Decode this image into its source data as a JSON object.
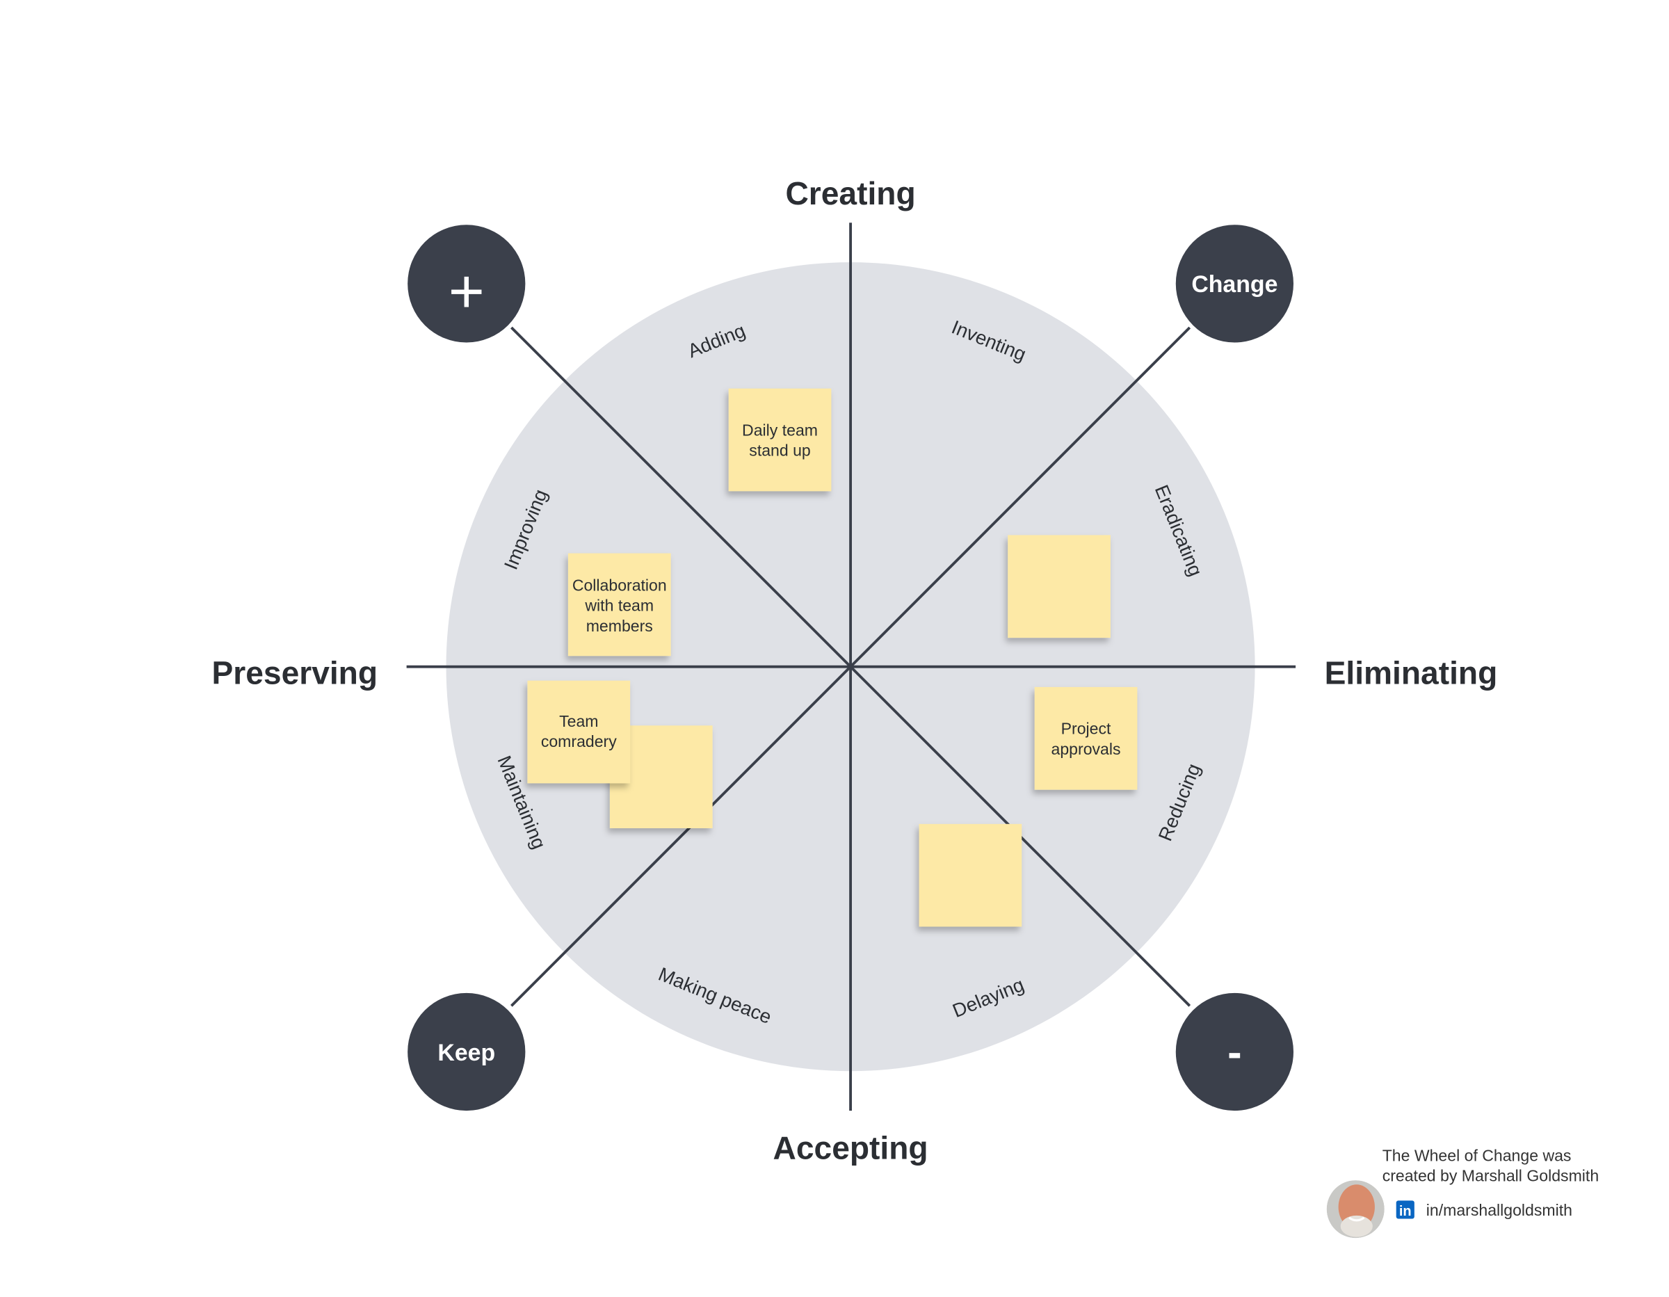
{
  "axes": {
    "top": "Creating",
    "bottom": "Accepting",
    "left": "Preserving",
    "right": "Eliminating"
  },
  "hubs": {
    "top_left": "+",
    "top_right": "Change",
    "bottom_left": "Keep",
    "bottom_right": "-"
  },
  "segments": {
    "adding": "Adding",
    "inventing": "Inventing",
    "eradicating": "Eradicating",
    "reducing": "Reducing",
    "delaying": "Delaying",
    "making_peace": "Making peace",
    "maintaining": "Maintaining",
    "improving": "Improving"
  },
  "stickies": [
    {
      "lines": [
        "Daily team",
        "stand up"
      ]
    },
    {
      "lines": [
        "Collaboration",
        "with team",
        "members"
      ]
    },
    {
      "lines": [
        "Project",
        "approvals"
      ]
    },
    {
      "lines": [
        "Team",
        "comradery"
      ]
    }
  ],
  "credit": {
    "line1": "The Wheel of Change was",
    "line2": "created by Marshall Goldsmith",
    "linkedin_icon": "in",
    "handle": "in/marshallgoldsmith"
  },
  "colors": {
    "wheel": "#dfe1e6",
    "hub": "#3b404b",
    "sticky": "#fde9a6",
    "linkedin": "#0a66c2"
  }
}
